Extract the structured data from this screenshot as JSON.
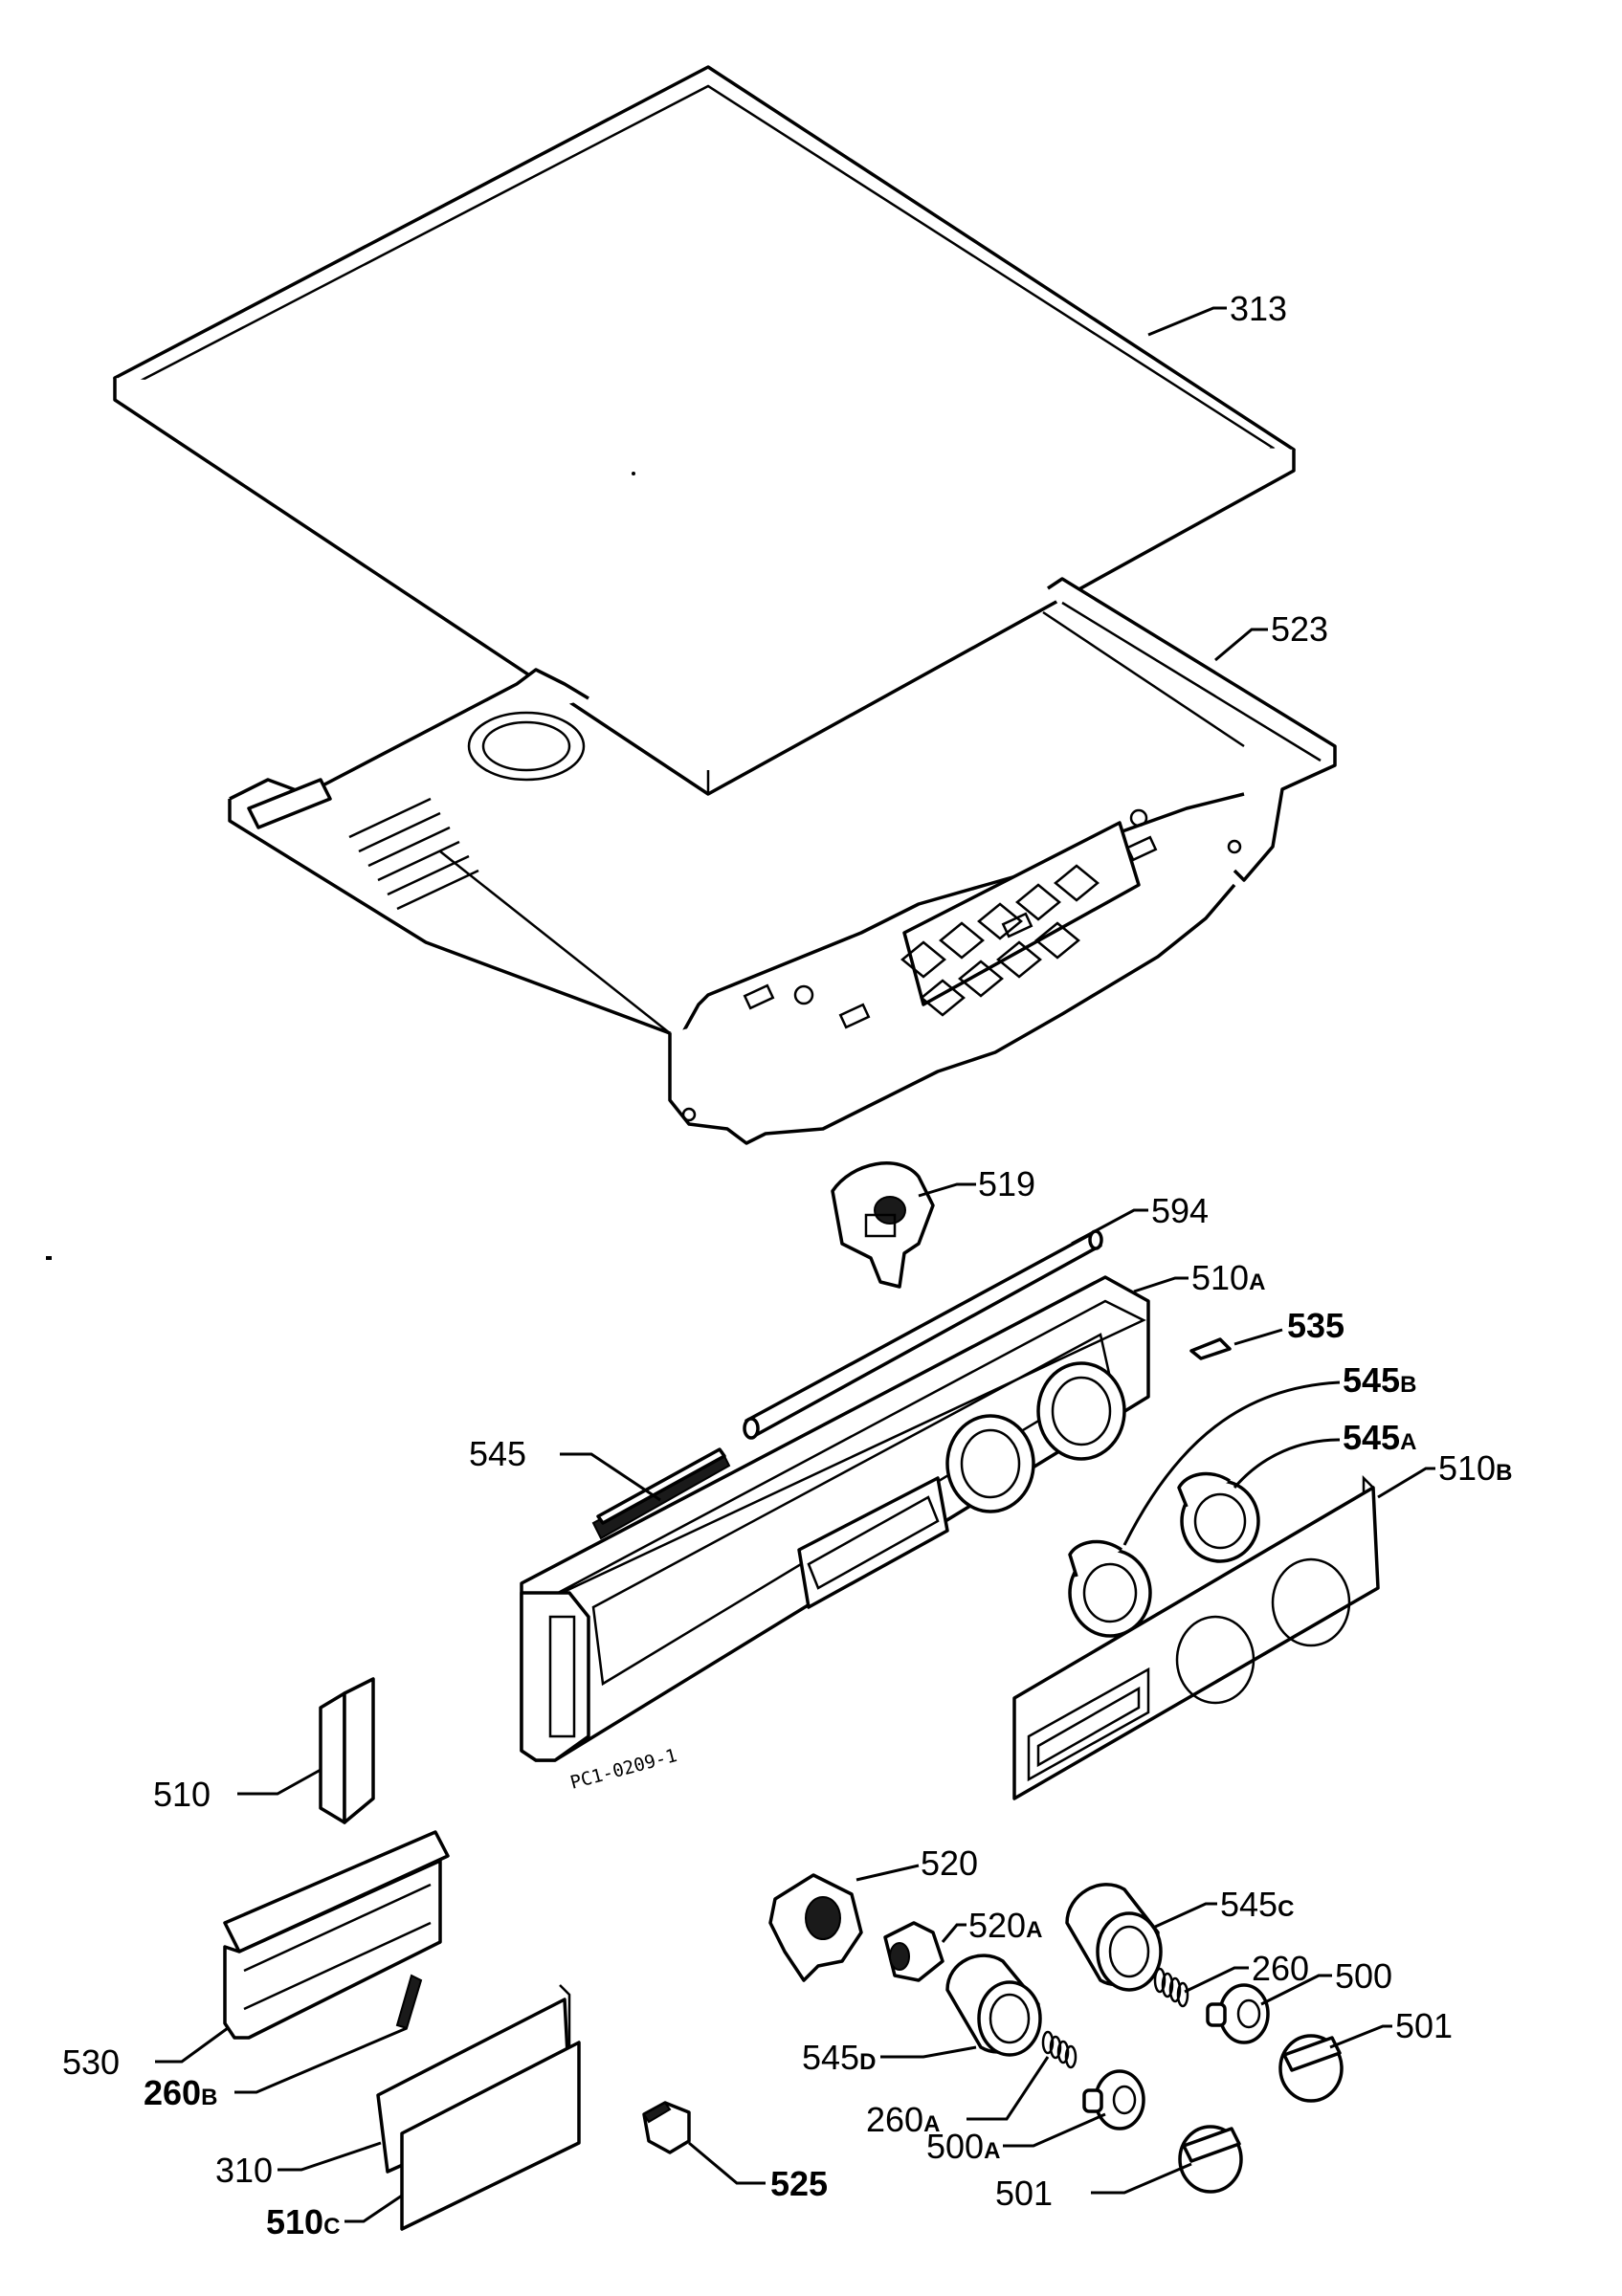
{
  "diagram": {
    "stamp": "PC1-0209-1",
    "labels": {
      "p313": "313",
      "p523": "523",
      "p519": "519",
      "p594": "594",
      "p510a": "510",
      "p510a_sfx": "A",
      "p535": "535",
      "p545b": "545",
      "p545b_sfx": "B",
      "p545a": "545",
      "p545a_sfx": "A",
      "p545": "545",
      "p510b": "510",
      "p510b_sfx": "B",
      "p510": "510",
      "p520": "520",
      "p520a": "520",
      "p520a_sfx": "A",
      "p545c": "545",
      "p545c_sfx": "C",
      "p260": "260",
      "p500": "500",
      "p501r": "501",
      "p545d": "545",
      "p545d_sfx": "D",
      "p260a": "260",
      "p260a_sfx": "A",
      "p500a": "500",
      "p500a_sfx": "A",
      "p501b": "501",
      "p530": "530",
      "p260b": "260",
      "p260b_sfx": "B",
      "p310": "310",
      "p510c": "510",
      "p510c_sfx": "C",
      "p525": "525"
    }
  }
}
